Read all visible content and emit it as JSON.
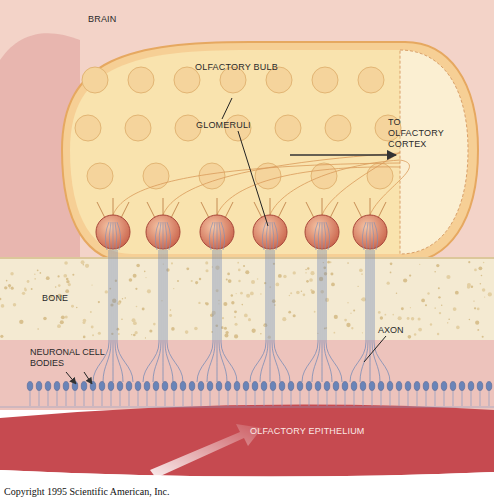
{
  "diagram": {
    "nodes": [
      {
        "text": [
          "BRAIN"
        ]
      },
      {
        "text": [
          "OLFACTORY BULB",
          "GLOMERULI",
          "TO OLFACTORY CORTEX"
        ],
        "in": 0
      },
      {
        "text": [
          "BONE"
        ]
      },
      {
        "text": [
          "OLFACTORY EPITHELIUM"
        ]
      }
    ],
    "labels": [
      "AXON",
      "NEURONAL CELL BODIES",
      "Copyright 1995 Scientific American, Inc."
    ]
  }
}
